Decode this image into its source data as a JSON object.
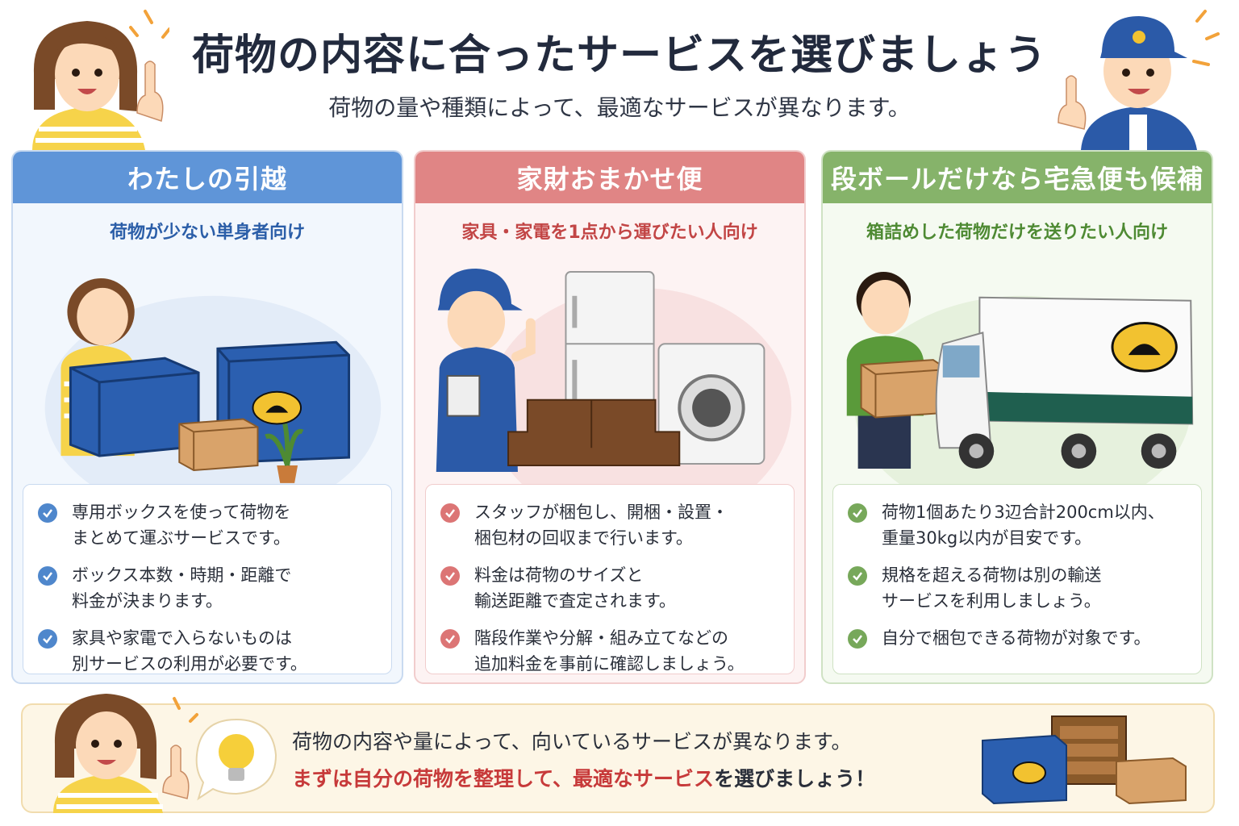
{
  "header": {
    "title": "荷物の内容に合ったサービスを選びましょう",
    "subtitle": "荷物の量や種類によって、最適なサービスが異なります。"
  },
  "cards": [
    {
      "title": "わたしの引越",
      "subtitle": "荷物が少ない単身者向け",
      "items": [
        "専用ボックスを使って荷物を\nまとめて運ぶサービスです。",
        "ボックス本数・時期・距離で\n料金が決まります。",
        "家具や家電で入らないものは\n別サービスの利用が必要です。"
      ]
    },
    {
      "title": "家財おまかせ便",
      "subtitle": "家具・家電を1点から運びたい人向け",
      "items": [
        "スタッフが梱包し、開梱・設置・\n梱包材の回収まで行います。",
        "料金は荷物のサイズと\n輸送距離で査定されます。",
        "階段作業や分解・組み立てなどの\n追加料金を事前に確認しましょう。"
      ]
    },
    {
      "title": "段ボールだけなら宅急便も候補",
      "subtitle": "箱詰めした荷物だけを送りたい人向け",
      "items": [
        "荷物1個あたり3辺合計200cm以内、\n重量30kg以内が目安です。",
        "規格を超える荷物は別の輸送\nサービスを利用しましょう。",
        "自分で梱包できる荷物が対象です。"
      ]
    }
  ],
  "footer": {
    "line1": "荷物の内容や量によって、向いているサービスが異なります。",
    "line2_parts": [
      "まずは",
      "自分の荷物を整理して",
      "、",
      "最適なサービス",
      "を選びましょう！"
    ]
  },
  "colors": {
    "blue": "#5f95d8",
    "red": "#e08585",
    "green": "#86b36a",
    "footer_bg": "#fdf6e6",
    "highlight": "#c73a3a"
  },
  "icons": [
    "woman-pointing-icon",
    "delivery-man-icon",
    "check-icon",
    "lightbulb-icon",
    "cat-logo-icon",
    "truck-icon",
    "box-icon"
  ]
}
